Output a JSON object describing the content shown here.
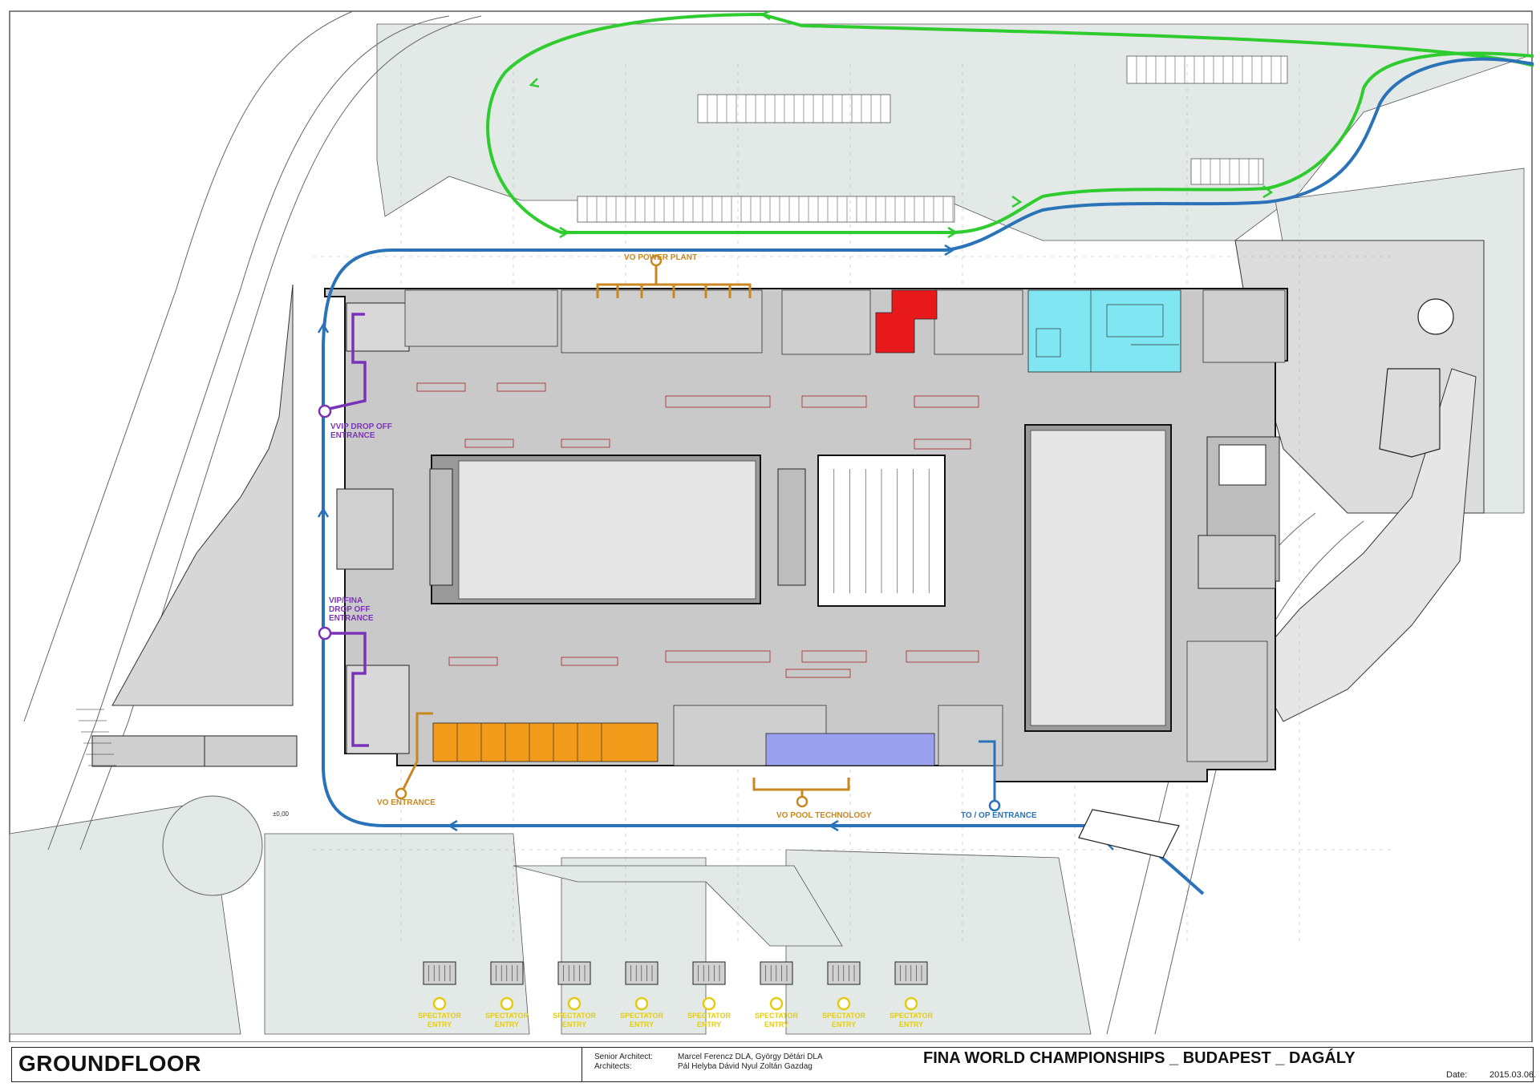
{
  "drawing": {
    "title": "GROUNDFLOOR",
    "project": "FINA WORLD CHAMPIONSHIPS _ BUDAPEST _ DAGÁLY",
    "senior_architect_label": "Senior Architect:",
    "architects_label": "Architects:",
    "senior_architects": "Marcel Ferencz DLA, György Détári DLA",
    "architects": "Pál Helyba   Dávid Nyul   Zoltán Gazdag",
    "date_label": "Date:",
    "date": "2015.03.06."
  },
  "labels": {
    "vvip_line1": "VVIP DROP OFF",
    "vvip_line2": "ENTRANCE",
    "vip_line1": "VIP/FINA",
    "vip_line2": "DROP OFF",
    "vip_line3": "ENTRANCE",
    "power_plant": "VO POWER PLANT",
    "vo_entrance": "VO ENTRANCE",
    "pool_technology": "VO POOL TECHNOLOGY",
    "to_op_entrance": "TO / OP ENTRANCE",
    "level": "±0,00"
  },
  "spectator_entries": [
    {
      "line1": "SPECTATOR",
      "line2": "ENTRY"
    },
    {
      "line1": "SPECTATOR",
      "line2": "ENTRY"
    },
    {
      "line1": "SPECTATOR",
      "line2": "ENTRY"
    },
    {
      "line1": "SPECTATOR",
      "line2": "ENTRY"
    },
    {
      "line1": "SPECTATOR",
      "line2": "ENTRY"
    },
    {
      "line1": "SPECTATOR",
      "line2": "ENTRY"
    },
    {
      "line1": "SPECTATOR",
      "line2": "ENTRY"
    },
    {
      "line1": "SPECTATOR",
      "line2": "ENTRY"
    }
  ],
  "colors": {
    "green_route": "#2ecc2e",
    "blue_route": "#2a73b8",
    "purple_route": "#7a33b8",
    "orange_route": "#c8871f",
    "yellow_marker": "#e4cc15",
    "building_fill": "#c9c9c9",
    "landscape_fill": "#e3e9e6",
    "red_room": "#e8191b",
    "cyan_room": "#7fe6f2",
    "orange_room": "#f29a1a",
    "blue_room": "#9aa0ee"
  }
}
